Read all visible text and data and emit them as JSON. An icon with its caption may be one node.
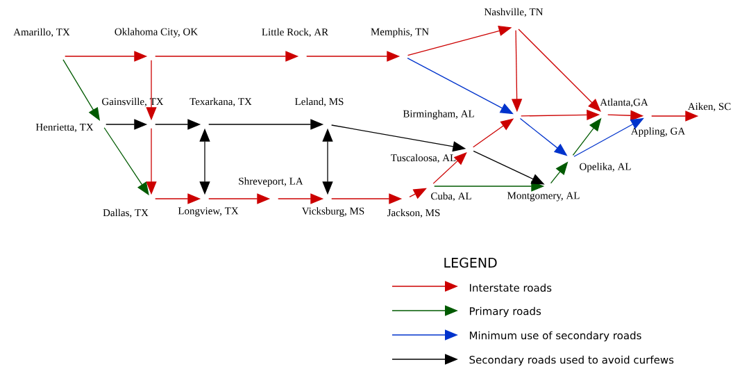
{
  "diagram": {
    "nodes": [
      {
        "text": [
          "Amarillo, TX"
        ]
      },
      {
        "text": [
          "Oklahoma City, OK"
        ]
      },
      {
        "text": [
          "Little Rock, AR"
        ]
      },
      {
        "text": [
          "Memphis, TN"
        ]
      },
      {
        "text": [
          "Nashville, TN"
        ]
      },
      {
        "text": [
          "Gainsville, TX"
        ]
      },
      {
        "text": [
          "Henrietta, TX"
        ]
      },
      {
        "text": [
          "Texarkana, TX"
        ]
      },
      {
        "text": [
          "Leland, MS"
        ]
      },
      {
        "text": [
          "Birmingham, AL"
        ]
      },
      {
        "text": [
          "Atlanta,GA"
        ]
      },
      {
        "text": [
          "Aiken, SC"
        ]
      },
      {
        "text": [
          "Appling, GA"
        ]
      },
      {
        "text": [
          "Tuscaloosa, AL"
        ]
      },
      {
        "text": [
          "Opelika, AL"
        ]
      },
      {
        "text": [
          "Cuba, AL"
        ]
      },
      {
        "text": [
          "Montgomery, AL"
        ]
      },
      {
        "text": [
          "Shreveport, LA"
        ]
      },
      {
        "text": [
          "Dallas, TX"
        ]
      },
      {
        "text": [
          "Longview, TX"
        ]
      },
      {
        "text": [
          "Vicksburg, MS"
        ]
      },
      {
        "text": [
          "Jackson, MS"
        ]
      }
    ],
    "edges": [
      {
        "from": 0,
        "to": 1,
        "arrow": "to"
      },
      {
        "from": 1,
        "to": 2,
        "arrow": "to"
      },
      {
        "from": 2,
        "to": 3,
        "arrow": "to"
      },
      {
        "from": 3,
        "to": 4,
        "arrow": "to"
      },
      {
        "from": 4,
        "to": 9,
        "arrow": "to"
      },
      {
        "from": 4,
        "to": 10,
        "arrow": "to"
      },
      {
        "from": 9,
        "to": 10,
        "arrow": "to"
      },
      {
        "from": 10,
        "to": 12,
        "arrow": "to"
      },
      {
        "from": 12,
        "to": 11,
        "arrow": "to"
      },
      {
        "from": 1,
        "to": 5,
        "arrow": "to"
      },
      {
        "from": 5,
        "to": 18,
        "arrow": "to"
      },
      {
        "from": 18,
        "to": 19,
        "arrow": "to"
      },
      {
        "from": 19,
        "to": 17,
        "arrow": "to"
      },
      {
        "from": 17,
        "to": 20,
        "arrow": "to"
      },
      {
        "from": 20,
        "to": 21,
        "arrow": "to"
      },
      {
        "from": 21,
        "to": 15,
        "arrow": "to"
      },
      {
        "from": 15,
        "to": 13,
        "arrow": "to"
      },
      {
        "from": 13,
        "to": 9,
        "arrow": "to"
      },
      {
        "from": 0,
        "to": 6,
        "arrow": "to",
        "color": "#005a00"
      },
      {
        "from": 6,
        "to": 18,
        "arrow": "to",
        "color": "#005a00"
      },
      {
        "from": 15,
        "to": 16,
        "arrow": "to",
        "color": "#005a00"
      },
      {
        "from": 16,
        "to": 14,
        "arrow": "to",
        "color": "#005a00"
      },
      {
        "from": 14,
        "to": 10,
        "arrow": "to",
        "color": "#005a00"
      },
      {
        "from": 3,
        "to": 9,
        "arrow": "to",
        "color": "#0033cc"
      },
      {
        "from": 9,
        "to": 14,
        "arrow": "to",
        "color": "#0033cc"
      },
      {
        "from": 14,
        "to": 12,
        "arrow": "to",
        "color": "#0033cc"
      },
      {
        "from": 6,
        "to": 5,
        "arrow": "to",
        "color": "#000000"
      },
      {
        "from": 5,
        "to": 7,
        "arrow": "to",
        "color": "#000000"
      },
      {
        "from": 7,
        "to": 8,
        "arrow": "to",
        "color": "#000000"
      },
      {
        "from": 7,
        "to": 19,
        "arrow": "both",
        "color": "#000000"
      },
      {
        "from": 8,
        "to": 20,
        "arrow": "both",
        "color": "#000000"
      },
      {
        "from": 8,
        "to": 13,
        "arrow": "to",
        "color": "#000000"
      },
      {
        "from": 13,
        "to": 16,
        "arrow": "to",
        "color": "#000000"
      }
    ],
    "labels": [
      "LEGEND"
    ],
    "legend": [
      {
        "text": "Interstate roads",
        "color": "#cc0000"
      },
      {
        "text": "Primary roads",
        "color": "#005a00"
      },
      {
        "text": "Minimum use of secondary roads",
        "color": "#0033cc"
      },
      {
        "text": "Secondary roads used to avoid curfews",
        "color": "#000000"
      }
    ]
  }
}
